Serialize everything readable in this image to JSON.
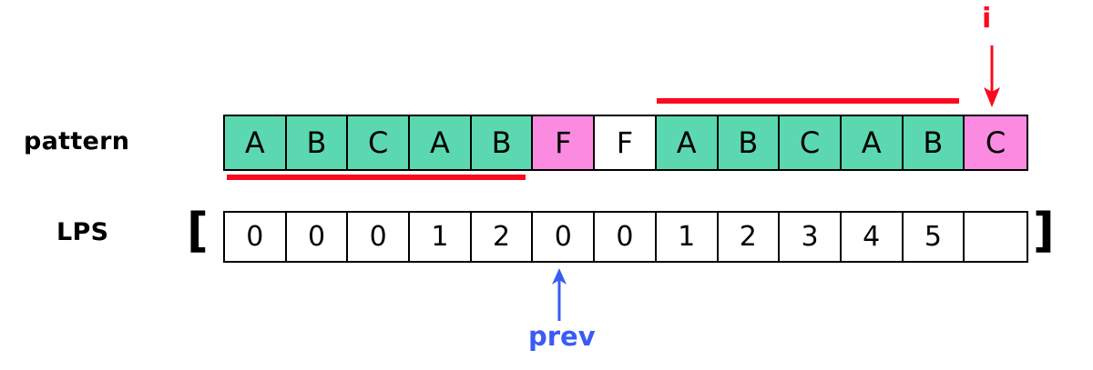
{
  "labels": {
    "pattern": "pattern",
    "lps": "LPS"
  },
  "brackets": {
    "open": "[",
    "close": "]"
  },
  "pattern_row": {
    "cells": [
      {
        "char": "A",
        "fill": "green"
      },
      {
        "char": "B",
        "fill": "green"
      },
      {
        "char": "C",
        "fill": "green"
      },
      {
        "char": "A",
        "fill": "green"
      },
      {
        "char": "B",
        "fill": "green"
      },
      {
        "char": "F",
        "fill": "pink"
      },
      {
        "char": "F",
        "fill": "white"
      },
      {
        "char": "A",
        "fill": "green"
      },
      {
        "char": "B",
        "fill": "green"
      },
      {
        "char": "C",
        "fill": "green"
      },
      {
        "char": "A",
        "fill": "green"
      },
      {
        "char": "B",
        "fill": "green"
      },
      {
        "char": "C",
        "fill": "pink"
      }
    ]
  },
  "lps_row": {
    "cells": [
      "0",
      "0",
      "0",
      "1",
      "2",
      "0",
      "0",
      "1",
      "2",
      "3",
      "4",
      "5",
      ""
    ]
  },
  "markers": {
    "prefix_underline": {
      "spans_cells": "0-4",
      "color": "#FB0A1E"
    },
    "suffix_overline": {
      "spans_cells": "7-11",
      "color": "#FB0A1E"
    }
  },
  "pointers": {
    "i": {
      "label": "i",
      "color": "#FB0A1E",
      "points_to_cell": 12,
      "direction": "down"
    },
    "prev": {
      "label": "prev",
      "color": "#3B5BF5",
      "points_to_cell": 5,
      "direction": "up"
    }
  },
  "colors": {
    "green": "#5CD8B0",
    "pink": "#FB8BE0",
    "white": "#FFFFFF",
    "red": "#FB0A1E",
    "blue": "#3B5BF5",
    "outline": "#000000"
  }
}
